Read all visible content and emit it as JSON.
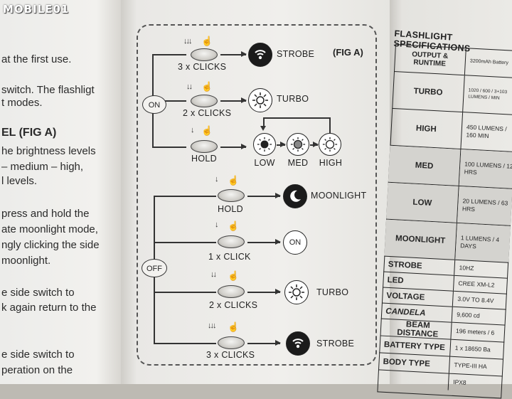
{
  "watermark": "MOBILE01",
  "left_text": [
    "at the first use.",
    "switch. The flashligt",
    "t modes.",
    "EL (FIG A)",
    "he brightness levels",
    "– medium – high,",
    "l levels.",
    "press and hold the",
    "ate moonlight mode,",
    "ngly clicking the side",
    "moonlight.",
    "e side switch to",
    "k again return to the",
    "e side switch to",
    "peration on the"
  ],
  "figure": {
    "title": "(FIG A)",
    "on_node": "ON",
    "off_node": "OFF",
    "on_branches": [
      {
        "action": "3 x CLICKS",
        "result": "STROBE",
        "icon": "strobe-icon"
      },
      {
        "action": "2 x CLICKS",
        "result": "TURBO",
        "icon": "sun-icon"
      },
      {
        "action": "HOLD",
        "cycle": [
          "LOW",
          "MED",
          "HIGH"
        ]
      }
    ],
    "off_branches": [
      {
        "action": "HOLD",
        "result": "MOONLIGHT",
        "icon": "moon-icon"
      },
      {
        "action": "1 x CLICK",
        "result": "ON"
      },
      {
        "action": "2 x CLICKS",
        "result": "TURBO",
        "icon": "sun-icon"
      },
      {
        "action": "3 x CLICKS",
        "result": "STROBE",
        "icon": "strobe-icon"
      }
    ]
  },
  "spec": {
    "title": "FLASHLIGHT SPECIFICATIONS",
    "header": {
      "col1": "OUTPUT & RUNTIME",
      "col2": "3200mAh Battery"
    },
    "rows": [
      {
        "label": "TURBO",
        "value": "1020 / 600 / 3+103 LUMENS / MIN"
      },
      {
        "label": "HIGH",
        "value": "450 LUMENS / 160 MIN"
      },
      {
        "label": "MED",
        "value": "100 LUMENS / 12 HRS"
      },
      {
        "label": "LOW",
        "value": "20 LUMENS / 63 HRS"
      },
      {
        "label": "MOONLIGHT",
        "value": "1 LUMENS / 4 DAYS"
      },
      {
        "label": "STROBE",
        "value": "10HZ"
      },
      {
        "label": "LED",
        "value": "CREE XM-L2"
      },
      {
        "label": "VOLTAGE",
        "value": "3.0V TO 8.4V"
      },
      {
        "label": "CANDELA",
        "value": "9,600 cd"
      },
      {
        "label": "BEAM DISTANCE",
        "value": "196 meters / 6"
      },
      {
        "label": "BATTERY TYPE",
        "value": "1 x 18650 Ba"
      },
      {
        "label": "BODY TYPE",
        "value": "TYPE-III HA"
      },
      {
        "label": "",
        "value": "IPX8"
      }
    ]
  }
}
